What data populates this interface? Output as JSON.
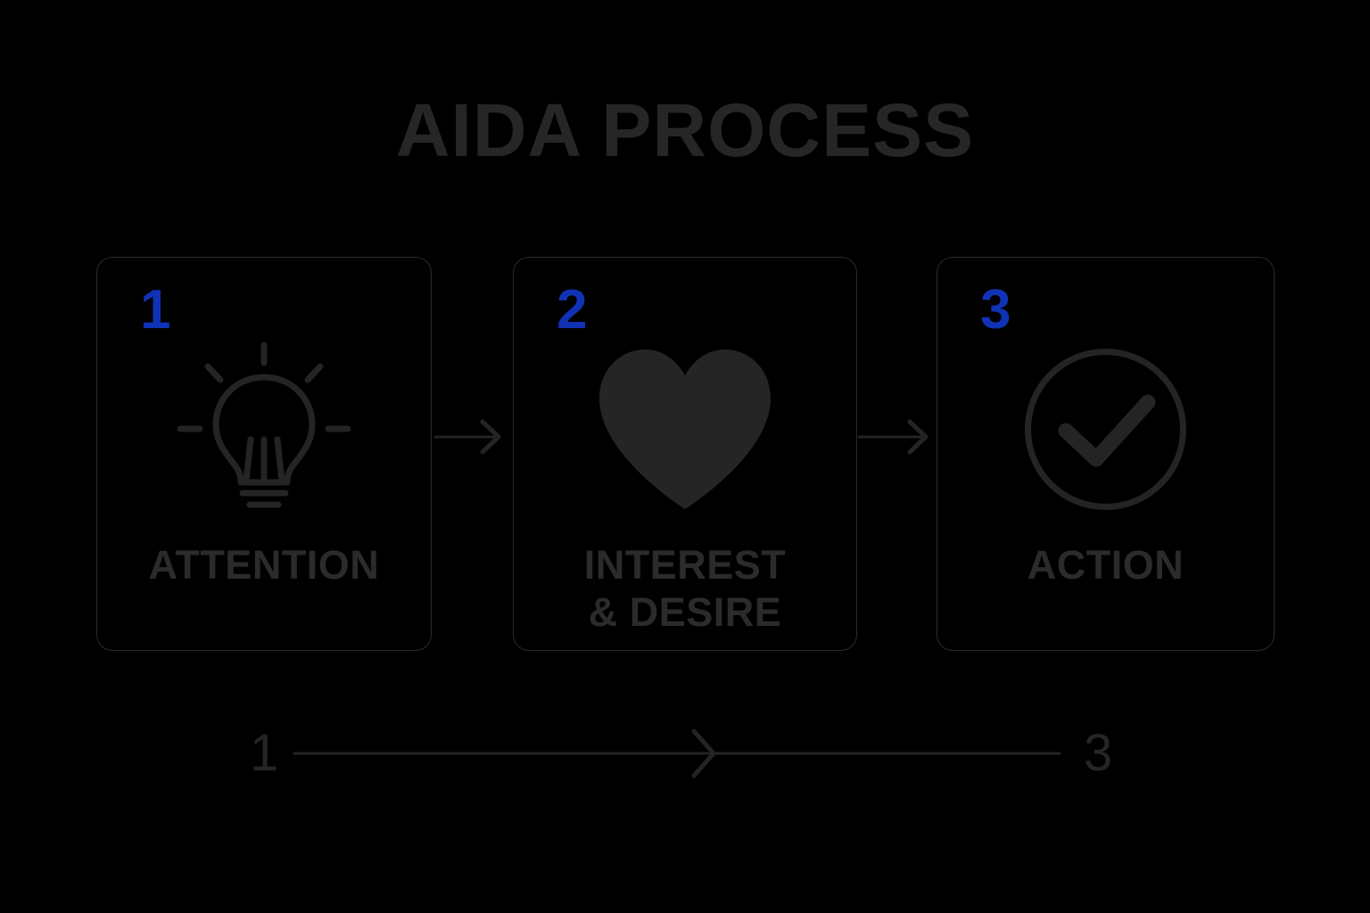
{
  "page": {
    "title": "AIDA PROCESS",
    "background_color": "#000000",
    "accent_color": "#1033B5",
    "text_color": "#2B2B2B"
  },
  "cards": [
    {
      "number": "1",
      "label": "ATTENTION",
      "label_line2": "",
      "icon": "lightbulb-icon"
    },
    {
      "number": "2",
      "label": "INTEREST",
      "label_line2": "& DESIRE",
      "icon": "heart-icon"
    },
    {
      "number": "3",
      "label": "ACTION",
      "label_line2": "",
      "icon": "check-circle-icon"
    }
  ],
  "connectors": [
    {
      "name": "arrow-card1-to-card2",
      "icon": "arrow-right-icon"
    },
    {
      "name": "arrow-card2-to-card3",
      "icon": "arrow-right-icon"
    }
  ],
  "timeline": {
    "start_label": "1",
    "end_label": "3",
    "midpoint_icon": "chevron-right-icon"
  }
}
